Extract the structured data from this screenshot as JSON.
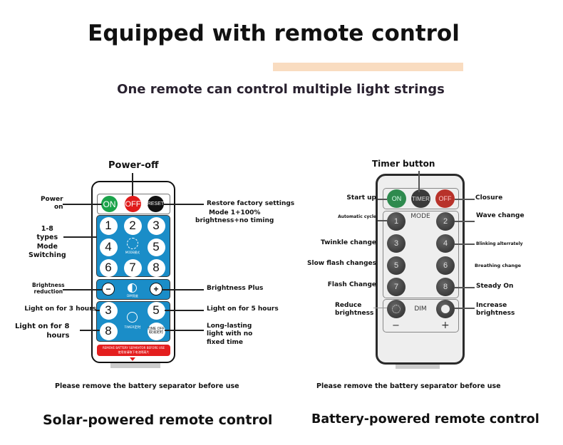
{
  "header": {
    "title": "Equipped with remote control",
    "subtitle": "One remote can control multiple light strings",
    "accent_bar_color": "#f9dcc0"
  },
  "solar": {
    "caption": "Solar-powered remote control",
    "buttons": {
      "on": "ON",
      "off": "OFF",
      "reset": "RESET",
      "modes": [
        "1",
        "2",
        "3",
        "4",
        "5",
        "6",
        "7",
        "8"
      ],
      "mode_icon_label": "MODE模式",
      "dim_label": "DIM亮度",
      "timer": [
        "3",
        "5",
        "8"
      ],
      "timer_label": "TIMER定时",
      "time_off": "TIME OFF",
      "time_off_cn": "取消定时",
      "banner": "REMOVE BATTERY SEPARATOR BEFORE USE",
      "banner_cn": "使用前请取下电池隔离片"
    },
    "labels": {
      "power_off": "Power-off",
      "power_on_1": "Power",
      "power_on_2": "on",
      "restore": "Restore factory settings",
      "restore_detail_1": "Mode 1+100%",
      "restore_detail_2": "brightness+no timing",
      "mode_1": "1-8",
      "mode_2": "types",
      "mode_3": "Mode",
      "mode_4": "Switching",
      "bright_down_1": "Brightness",
      "bright_down_2": "reduction",
      "bright_up": "Brightness Plus",
      "light3": "Light on for 3 hours",
      "light5": "Light on for 5 hours",
      "light8_1": "Light on for 8",
      "light8_2": "hours",
      "long_1": "Long-lasting",
      "long_2": "light with no",
      "long_3": "fixed time"
    },
    "note": "Please remove the battery separator before use"
  },
  "battery": {
    "caption": "Battery-powered remote control",
    "buttons": {
      "on": "ON",
      "timer": "TIMER",
      "off": "OFF",
      "mode": "MODE",
      "modes": [
        "1",
        "2",
        "3",
        "4",
        "5",
        "6",
        "7",
        "8"
      ],
      "dim": "DIM",
      "minus": "−",
      "plus": "+"
    },
    "labels": {
      "timer_button": "Timer button",
      "start_up": "Start up",
      "closure": "Closure",
      "m1": "Automatic cycle",
      "m2": "Wave change",
      "m3": "Twinkle change",
      "m4": "Blinking alterrately",
      "m5": "Slow flash changes",
      "m6": "Breathing change",
      "m7": "Flash Change",
      "m8": "Steady On",
      "reduce_1": "Reduce",
      "reduce_2": "brightness",
      "increase_1": "Increase",
      "increase_2": "brightness"
    },
    "note": "Please remove the battery separator before use"
  },
  "colors": {
    "on_green": "#1aa34a",
    "off_red": "#e01b1b",
    "panel_blue": "#1a8dc8",
    "battery_on": "#2e8a4e",
    "battery_off": "#b8322a"
  }
}
